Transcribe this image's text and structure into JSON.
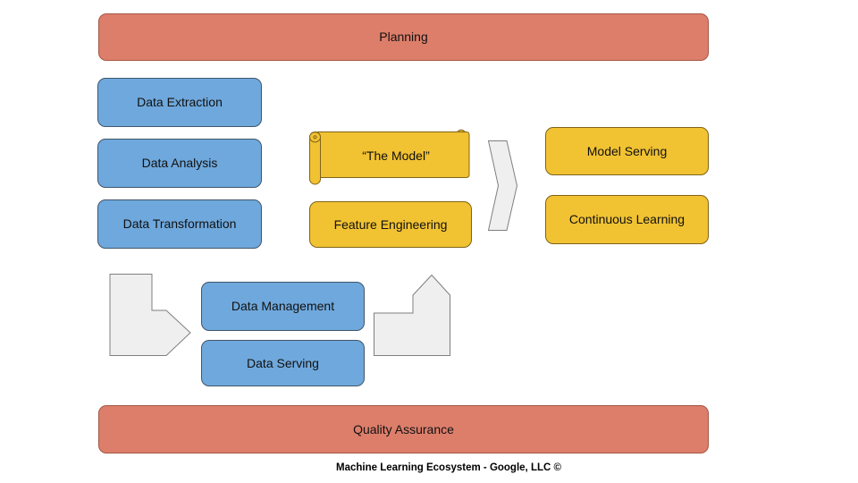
{
  "diagram": {
    "nodes": {
      "planning": "Planning",
      "data_extraction": "Data Extraction",
      "data_analysis": "Data Analysis",
      "data_transformation": "Data Transformation",
      "the_model": "“The Model”",
      "feature_engineering": "Feature Engineering",
      "model_serving": "Model Serving",
      "continuous_learning": "Continuous Learning",
      "data_management": "Data Management",
      "data_serving": "Data Serving",
      "quality_assurance": "Quality Assurance"
    },
    "caption": "Machine Learning Ecosystem - Google, LLC ©",
    "icons": {
      "chevron_arrow": "chevron-right-arrow",
      "bent_arrow_left": "bent-arrow-down-right",
      "bent_arrow_right": "bent-arrow-up"
    },
    "colors": {
      "salmon": "#DD7E6B",
      "blue": "#6FA8DC",
      "gold": "#F1C232",
      "arrow_gray": "#EFEFEF"
    }
  }
}
